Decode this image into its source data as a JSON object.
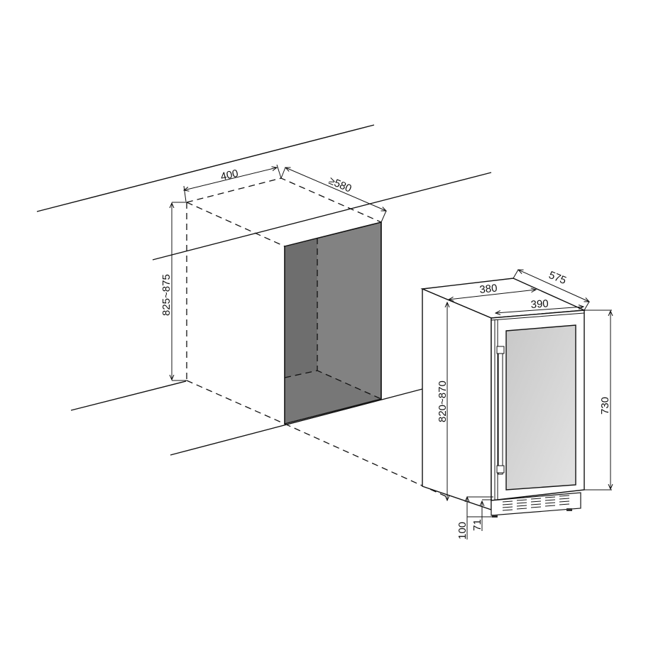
{
  "title": "Built-in installation dimensions",
  "niche": {
    "width_label": "400",
    "depth_label": "≥580",
    "height_label": "825~875"
  },
  "appliance": {
    "depth_label": "575",
    "body_width_label": "380",
    "door_width_label": "390",
    "total_height_label": "820~870",
    "door_height_label": "730",
    "base_height_label": "100",
    "kick_height_label": "71"
  },
  "colors": {
    "line": "#111111",
    "niche_shade": "#7a7a7a",
    "glass": "#d4d4d4"
  }
}
